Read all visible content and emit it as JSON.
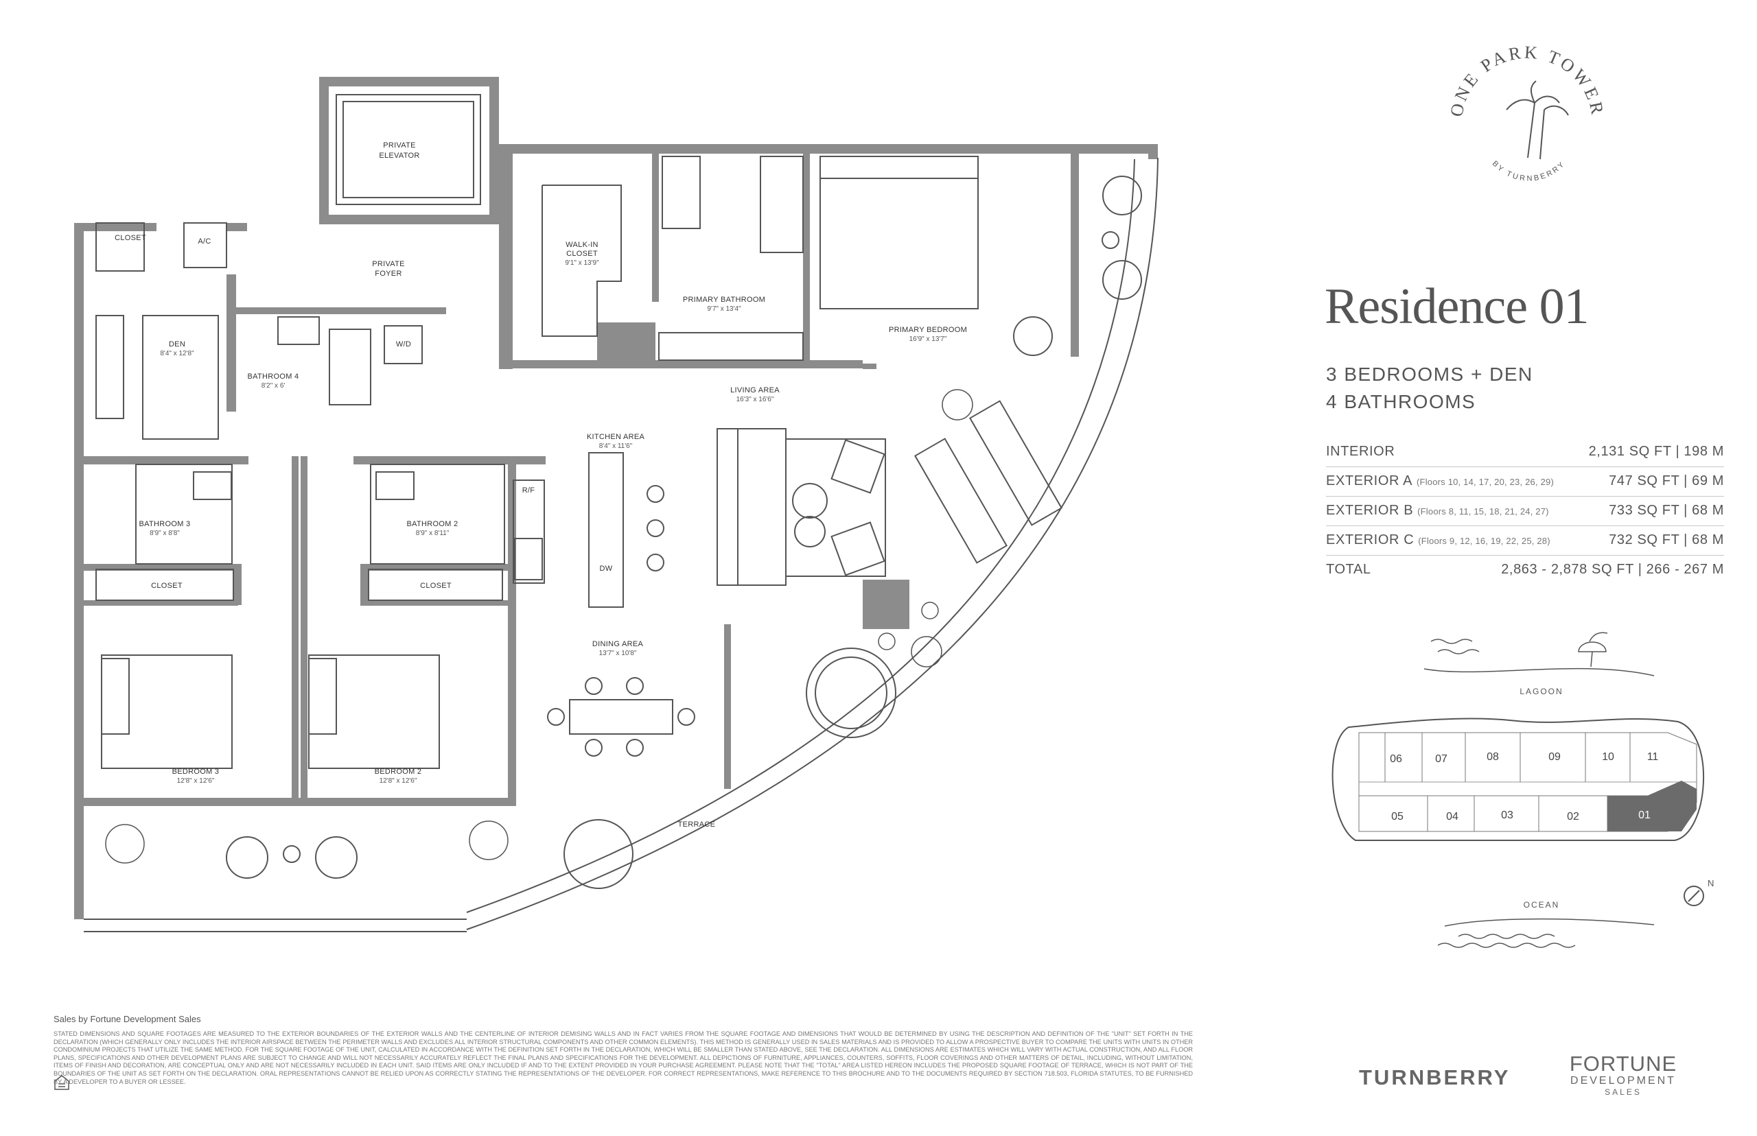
{
  "brand": {
    "tower_name": "ONE PARK TOWER",
    "tower_sub": "BY TURNBERRY"
  },
  "residence": {
    "title": "Residence 01",
    "line1": "3 BEDROOMS + DEN",
    "line2": "4 BATHROOMS"
  },
  "areas": [
    {
      "label": "INTERIOR",
      "floors": "",
      "value": "2,131 SQ FT  |  198 M"
    },
    {
      "label": "EXTERIOR A",
      "floors": "(Floors 10, 14, 17, 20, 23, 26, 29)",
      "value": "747 SQ FT  |  69 M"
    },
    {
      "label": "EXTERIOR B",
      "floors": "(Floors 8, 11, 15, 18, 21, 24, 27)",
      "value": "733 SQ FT  |  68 M"
    },
    {
      "label": "EXTERIOR C",
      "floors": "(Floors 9, 12, 16, 19, 22, 25, 28)",
      "value": "732 SQ FT  |  68 M"
    },
    {
      "label": "TOTAL",
      "floors": "",
      "value": "2,863 - 2,878 SQ FT  |  266 - 267 M"
    }
  ],
  "rooms": {
    "private_elevator": [
      "PRIVATE",
      "ELEVATOR"
    ],
    "closet_top": "CLOSET",
    "ac": "A/C",
    "private_foyer": [
      "PRIVATE",
      "FOYER"
    ],
    "walk_in_closet": [
      "WALK-IN",
      "CLOSET",
      "9'1\" x 13'9\""
    ],
    "primary_bathroom": [
      "PRIMARY BATHROOM",
      "9'7\" x 13'4\""
    ],
    "primary_bedroom": [
      "PRIMARY BEDROOM",
      "16'9\" x 13'7\""
    ],
    "den": [
      "DEN",
      "8'4\" x 12'8\""
    ],
    "bathroom4": [
      "BATHROOM 4",
      "8'2\" x 6'"
    ],
    "wd": "W/D",
    "living_area": [
      "LIVING AREA",
      "16'3\" x 16'6\""
    ],
    "kitchen_area": [
      "KITCHEN AREA",
      "8'4\" x 11'6\""
    ],
    "rf": "R/F",
    "dw": "DW",
    "bathroom3": [
      "BATHROOM 3",
      "8'9\" x 8'8\""
    ],
    "bathroom2": [
      "BATHROOM 2",
      "8'9\" x 8'11\""
    ],
    "closet_b3": "CLOSET",
    "closet_b2": "CLOSET",
    "dining_area": [
      "DINING AREA",
      "13'7\" x 10'8\""
    ],
    "bedroom3": [
      "BEDROOM 3",
      "12'8\" x 12'6\""
    ],
    "bedroom2": [
      "BEDROOM 2",
      "12'8\" x 12'6\""
    ],
    "terrace": "TERRACE"
  },
  "keyplan": {
    "lagoon": "LAGOON",
    "ocean": "OCEAN",
    "north": "N",
    "units_top": [
      "06",
      "07",
      "08",
      "09",
      "10",
      "11"
    ],
    "units_bottom": [
      "05",
      "04",
      "03",
      "02",
      "01"
    ],
    "highlight": "01",
    "highlight_color": "#6b6b6b"
  },
  "footer": {
    "sales": "Sales by Fortune Development Sales",
    "disclaimer": "STATED DIMENSIONS AND SQUARE FOOTAGES ARE MEASURED TO THE EXTERIOR BOUNDARIES OF THE EXTERIOR WALLS AND THE CENTERLINE OF INTERIOR DEMISING WALLS AND IN FACT VARIES FROM THE SQUARE FOOTAGE AND DIMENSIONS THAT WOULD BE DETERMINED BY USING THE DESCRIPTION AND DEFINITION OF THE \"UNIT\" SET FORTH IN THE DECLARATION (WHICH GENERALLY ONLY INCLUDES THE INTERIOR AIRSPACE BETWEEN THE PERIMETER WALLS AND EXCLUDES ALL INTERIOR STRUCTURAL COMPONENTS AND OTHER COMMON ELEMENTS). THIS METHOD IS GENERALLY USED IN SALES MATERIALS AND IS PROVIDED TO ALLOW A PROSPECTIVE BUYER TO COMPARE THE UNITS WITH UNITS IN OTHER CONDOMINIUM PROJECTS THAT UTILIZE THE SAME METHOD. FOR THE SQUARE FOOTAGE OF THE UNIT, CALCULATED IN ACCORDANCE WITH THE DEFINITION SET FORTH IN THE DECLARATION, WHICH WILL BE SMALLER THAN STATED ABOVE, SEE THE DECLARATION. ALL DIMENSIONS ARE ESTIMATES WHICH WILL VARY WITH ACTUAL CONSTRUCTION, AND ALL FLOOR PLANS, SPECIFICATIONS AND OTHER DEVELOPMENT PLANS ARE SUBJECT TO CHANGE AND WILL NOT NECESSARILY ACCURATELY REFLECT THE FINAL PLANS AND SPECIFICATIONS FOR THE DEVELOPMENT. ALL DEPICTIONS OF FURNITURE, APPLIANCES, COUNTERS, SOFFITS, FLOOR COVERINGS AND OTHER MATTERS OF DETAIL, INCLUDING, WITHOUT LIMITATION, ITEMS OF FINISH AND DECORATION, ARE CONCEPTUAL ONLY AND ARE NOT NECESSARILY INCLUDED IN EACH UNIT. SAID ITEMS ARE ONLY INCLUDED IF AND TO THE EXTENT PROVIDED IN YOUR PURCHASE AGREEMENT. PLEASE NOTE THAT THE \"TOTAL\" AREA LISTED HEREON INCLUDES THE PROPOSED SQUARE FOOTAGE OF TERRACE, WHICH IS NOT PART OF THE BOUNDARIES OF THE UNIT AS SET FORTH ON THE DECLARATION. ORAL REPRESENTATIONS CANNOT BE RELIED UPON AS CORRECTLY STATING THE REPRESENTATIONS OF THE DEVELOPER. FOR CORRECT REPRESENTATIONS, MAKE REFERENCE TO THIS BROCHURE AND TO THE DOCUMENTS REQUIRED BY SECTION 718.503, FLORIDA STATUTES, TO BE FURNISHED BY A DEVELOPER TO A BUYER OR LESSEE.",
    "turnberry": "TURNBERRY",
    "fortune_big": "FORTUNE",
    "fortune_mid": "DEVELOPMENT",
    "fortune_sm": "SALES"
  },
  "colors": {
    "wall": "#8c8c8c",
    "line": "#555555"
  }
}
